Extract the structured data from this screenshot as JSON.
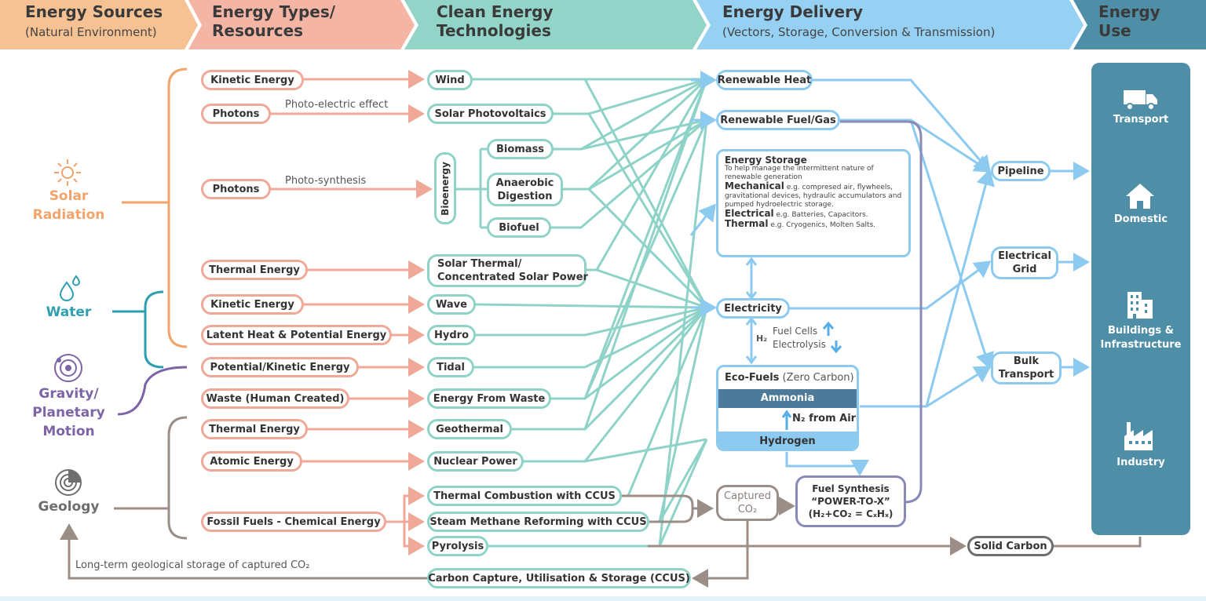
{
  "header": {
    "sources": {
      "title": "Energy Sources",
      "subtitle": "(Natural Environment)",
      "color": "#f6c293"
    },
    "types": {
      "title_line1": "Energy Types/",
      "title_line2": "Resources",
      "color": "#f4b5a5"
    },
    "tech": {
      "title_line1": "Clean Energy",
      "title_line2": "Technologies",
      "color": "#92d4c7"
    },
    "delivery": {
      "title": "Energy Delivery",
      "subtitle": "(Vectors, Storage, Conversion & Transmission)",
      "color": "#96d0f3"
    },
    "use": {
      "title_line1": "Energy",
      "title_line2": "Use",
      "color": "#4f8ea7"
    }
  },
  "sources": {
    "solar": {
      "line1": "Solar",
      "line2": "Radiation",
      "color": "#f2a46a",
      "icon": "sun-icon"
    },
    "water": {
      "line1": "Water",
      "color": "#2e9fb0",
      "icon": "water-drops-icon"
    },
    "gravity": {
      "line1": "Gravity/",
      "line2": "Planetary",
      "line3": "Motion",
      "color": "#7c64a6",
      "icon": "planet-orbit-icon"
    },
    "geology": {
      "line1": "Geology",
      "color": "#6e6e6e",
      "icon": "earth-layers-icon"
    }
  },
  "types": {
    "kinetic1": "Kinetic Energy",
    "photons1": "Photons",
    "photons2": "Photons",
    "thermal1": "Thermal Energy",
    "kinetic2": "Kinetic Energy",
    "latent": "Latent Heat & Potential Energy",
    "potential": "Potential/Kinetic Energy",
    "waste": "Waste (Human Created)",
    "thermal2": "Thermal Energy",
    "atomic": "Atomic Energy",
    "fossil": "Fossil Fuels - Chemical Energy"
  },
  "notes": {
    "photoelectric": "Photo-electric effect",
    "photosynthesis": "Photo-synthesis",
    "geostorage": "Long-term geological storage of captured CO₂",
    "h2": "H₂",
    "fuelcells": "Fuel Cells",
    "electrolysis": "Electrolysis",
    "n2air": "N₂ from Air"
  },
  "tech": {
    "wind": "Wind",
    "solarpv": "Solar Photovoltaics",
    "bioenergy": "Bioenergy",
    "biomass": "Biomass",
    "anaerobic1": "Anaerobic",
    "anaerobic2": "Digestion",
    "biofuel": "Biofuel",
    "solarthermal1": "Solar Thermal/",
    "solarthermal2": "Concentrated Solar Power",
    "wave": "Wave",
    "hydro": "Hydro",
    "tidal": "Tidal",
    "efw": "Energy From Waste",
    "geothermal": "Geothermal",
    "nuclear": "Nuclear Power",
    "thermalccus": "Thermal Combustion with CCUS",
    "smr": "Steam Methane Reforming with CCUS",
    "pyrolysis": "Pyrolysis",
    "ccus": "Carbon Capture, Utilisation & Storage (CCUS)"
  },
  "delivery": {
    "heat": "Renewable Heat",
    "fuelgas": "Renewable Fuel/Gas",
    "storage_title": "Energy Storage",
    "storage_desc": "To help manage the intermittent nature of renewable generation",
    "mech_label": "Mechanical",
    "mech_desc": " e.g. compresed air, flywheels, gravitational devices, hydraulic accumulators and pumped hydroelectric storage.",
    "elec_label": "Electrical",
    "elec_desc": " e.g. Batteries, Capacitors.",
    "therm_label": "Thermal",
    "therm_desc": " e.g. Cryogenics, Molten Salts.",
    "electricity": "Electricity",
    "eco_title": "Eco-Fuels",
    "eco_sub": " (Zero Carbon)",
    "ammonia": "Ammonia",
    "hydrogen": "Hydrogen",
    "captured1": "Captured",
    "captured2": "CO₂",
    "synth1": "Fuel Synthesis",
    "synth2": "“POWER-TO-X”",
    "synth3": "(H₂+CO₂ = CₓHₓ)",
    "pipeline": "Pipeline",
    "grid1": "Electrical",
    "grid2": "Grid",
    "bulk1": "Bulk",
    "bulk2": "Transport",
    "solidcarbon": "Solid Carbon"
  },
  "use": {
    "transport": "Transport",
    "domestic": "Domestic",
    "buildings1": "Buildings &",
    "buildings2": "Infrastructure",
    "industry": "Industry"
  }
}
